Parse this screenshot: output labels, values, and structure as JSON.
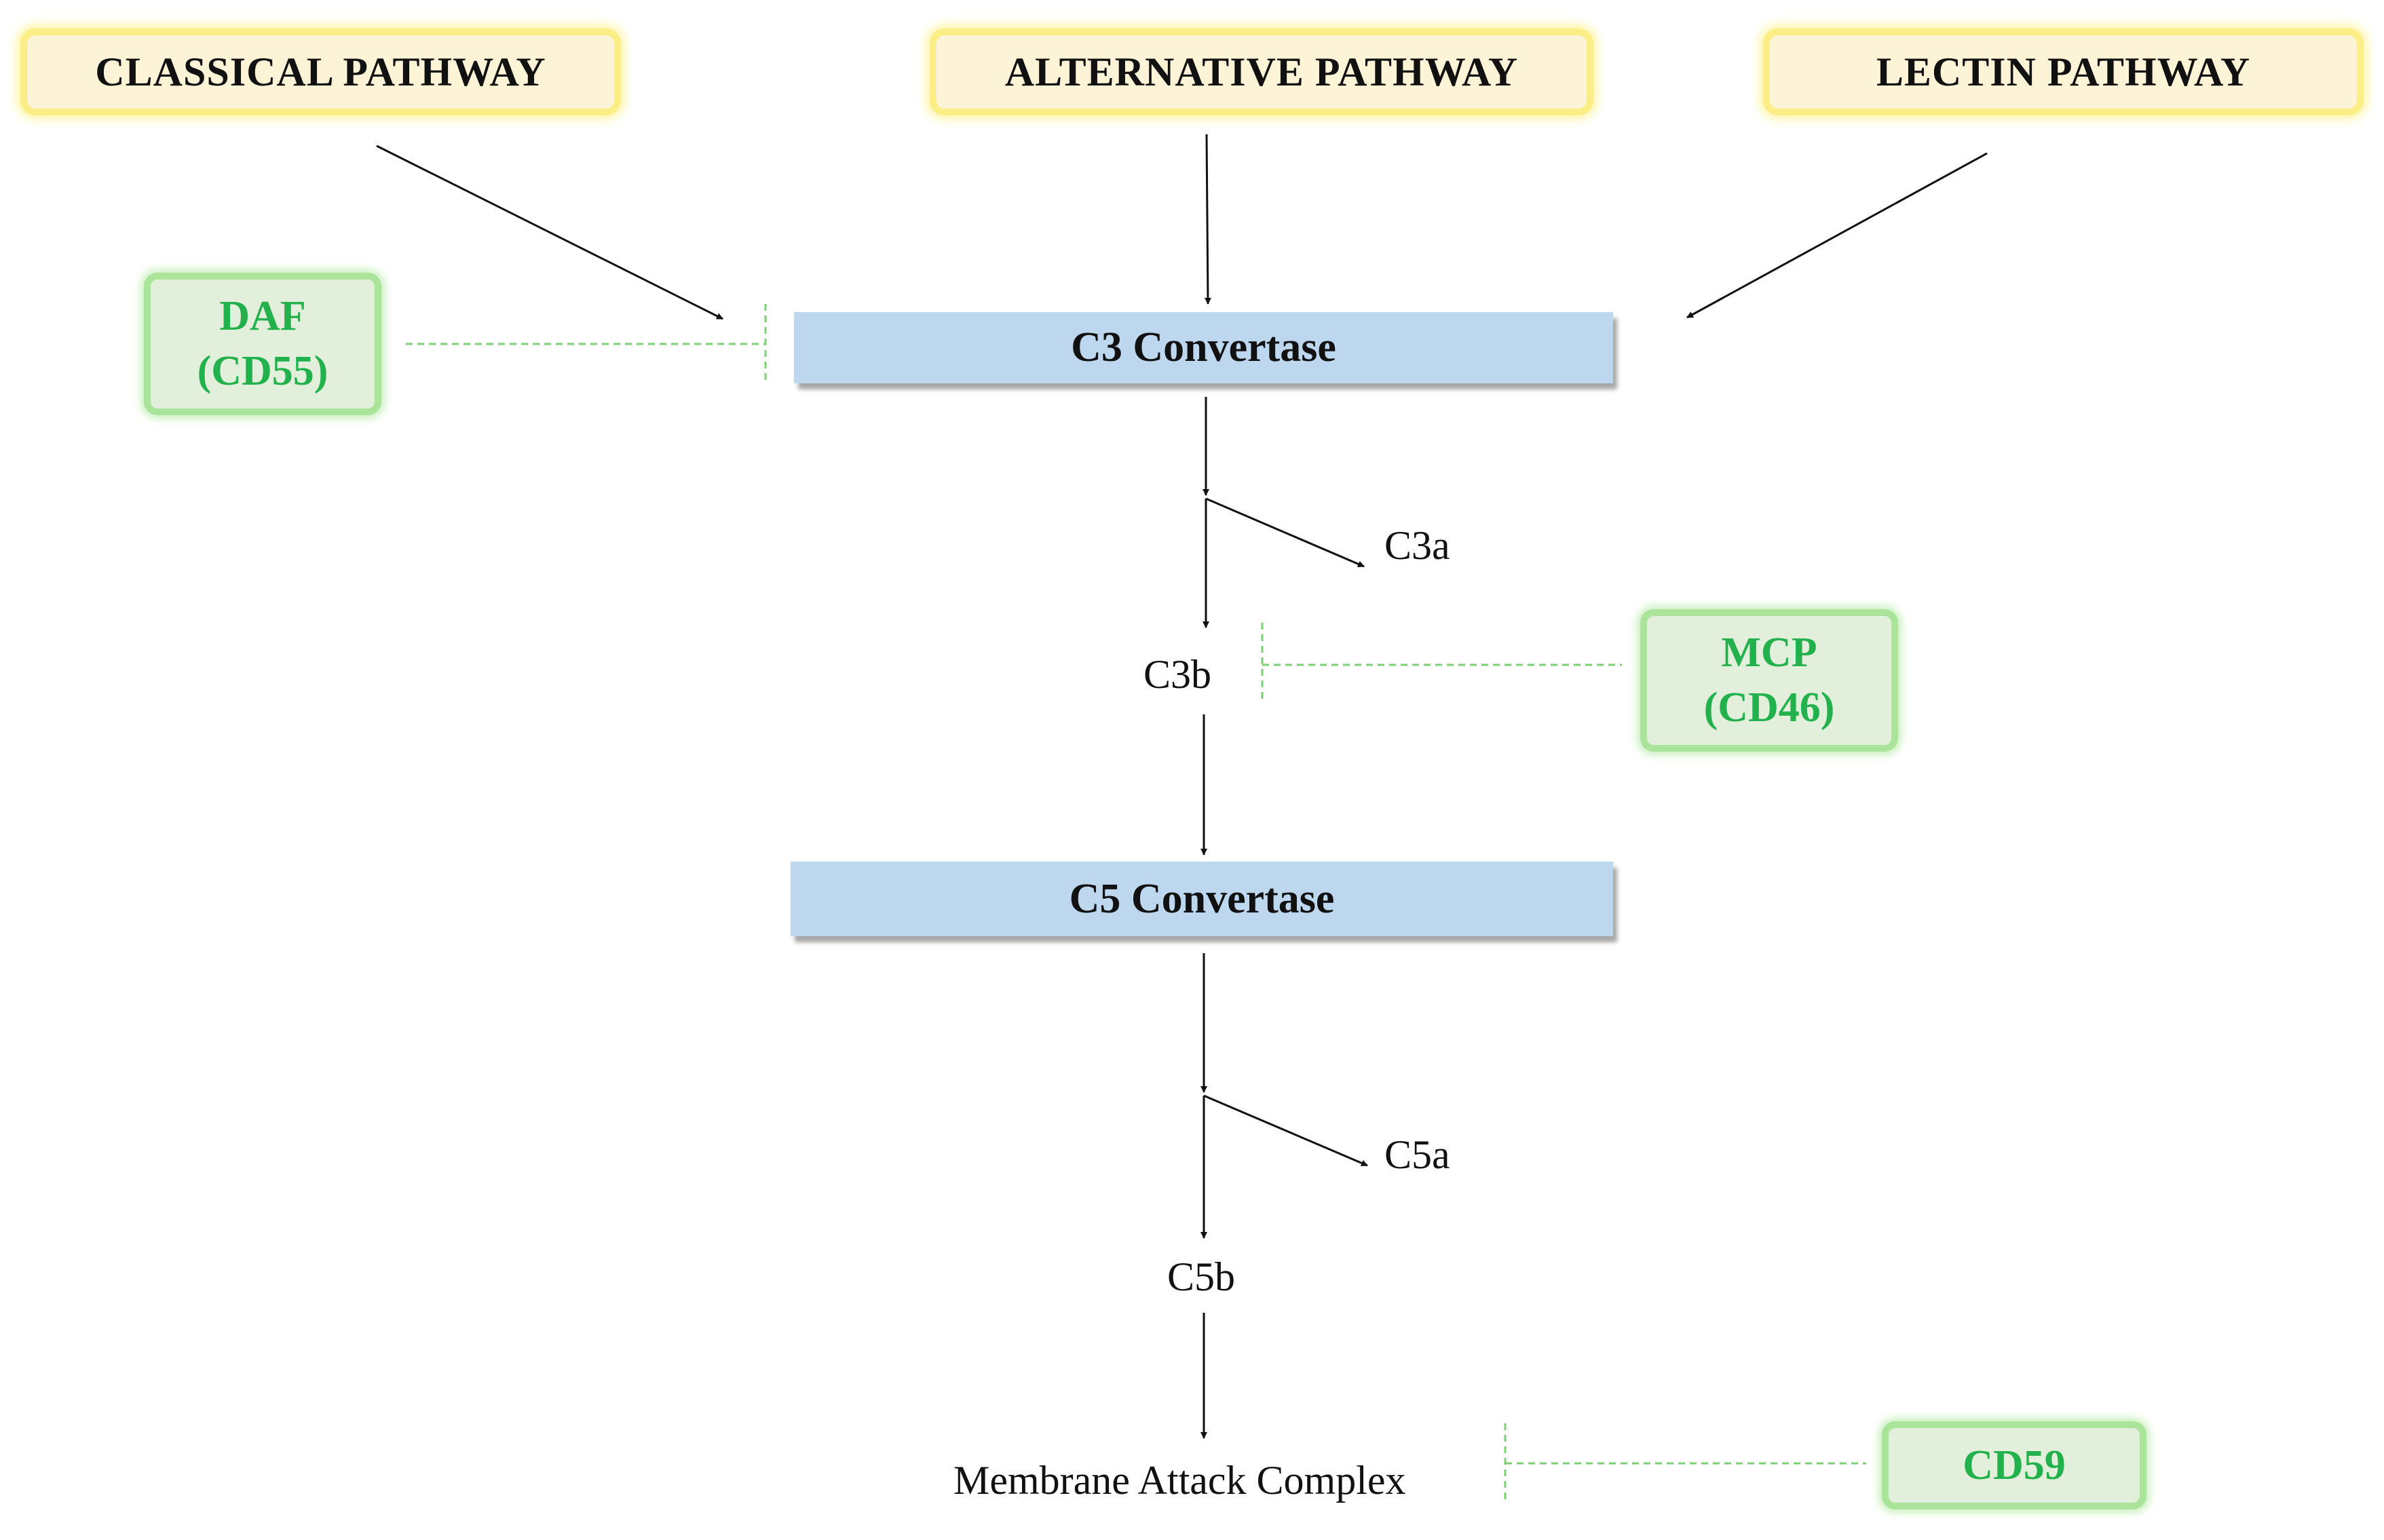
{
  "pathways": {
    "classical": "CLASSICAL PATHWAY",
    "alternative": "ALTERNATIVE PATHWAY",
    "lectin": "LECTIN PATHWAY"
  },
  "convertases": {
    "c3": "C3 Convertase",
    "c5": "C5 Convertase"
  },
  "products": {
    "c3a": "C3a",
    "c3b": "C3b",
    "c5a": "C5a",
    "c5b": "C5b",
    "mac": "Membrane Attack Complex"
  },
  "inhibitors": {
    "daf": {
      "line1": "DAF",
      "line2": "(CD55)"
    },
    "mcp": {
      "line1": "MCP",
      "line2": "(CD46)"
    },
    "cd59": "CD59"
  },
  "colors": {
    "pathway_fill": "#fdf3d7",
    "pathway_border": "#fbee86",
    "convertase_fill": "#bdd7ee",
    "inhibitor_fill": "#e2efda",
    "inhibitor_border": "#a9e49a",
    "inhibitor_text": "#22b14c"
  }
}
